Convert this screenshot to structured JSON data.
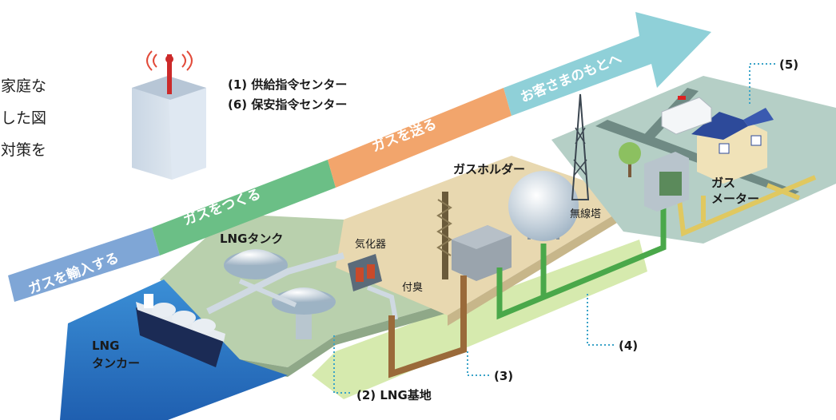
{
  "body_text": [
    "家庭な",
    "した図",
    "対策を"
  ],
  "flow_steps": [
    "ガスを輸入する",
    "ガスをつくる",
    "ガスを送る",
    "お客さまのもとへ"
  ],
  "centers": [
    "(1) 供給指令センター",
    "(6) 保安指令センター"
  ],
  "labels": {
    "lng_tank": "LNGタンク",
    "vaporizer": "気化器",
    "odorizer": "付臭",
    "gas_holder": "ガスホルダー",
    "radio_tower": "無線塔",
    "gas_meter": [
      "ガス",
      "メーター"
    ],
    "lng_tanker": [
      "LNG",
      "タンカー"
    ],
    "lng_base": "(2) LNG基地",
    "pipe_3": "(3)",
    "pipe_4": "(4)",
    "house_5": "(5)"
  },
  "colors": {
    "arrow_import": "#7fa6d6",
    "arrow_produce": "#6bbf86",
    "arrow_send": "#f2a56c",
    "arrow_customer": "#8fd0d8",
    "pipe_high": "#9a6a3a",
    "pipe_mid": "#4aa84a",
    "pipe_low": "#e0c860",
    "leader": "#3aa3c8"
  }
}
